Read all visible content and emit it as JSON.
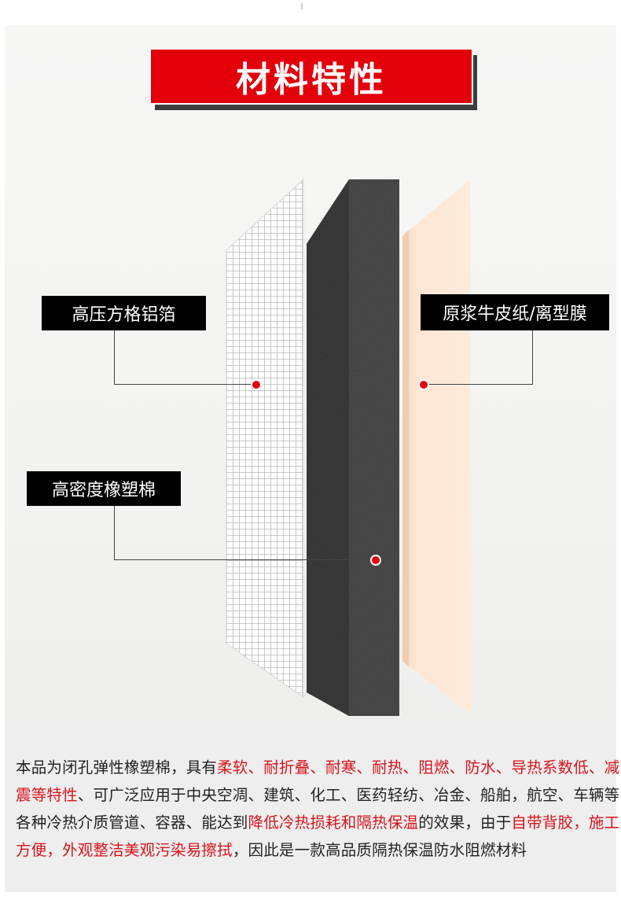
{
  "title": "材料特性",
  "labels": {
    "foil": "高压方格铝箔",
    "paper": "原浆牛皮纸/离型膜",
    "foam": "高密度橡塑棉"
  },
  "colors": {
    "accent": "#e3000b",
    "highlight_text": "#d8131b",
    "label_bg": "#000000",
    "foam": "#3a3a3a",
    "paper": "#fde6d3"
  },
  "description": [
    {
      "text": "本品为闭孔弹性橡塑棉，具有",
      "hl": false
    },
    {
      "text": "柔软、耐折叠、耐寒、耐热、阻燃、防水、导热系数低、减震等特性",
      "hl": true
    },
    {
      "text": "、可广泛应用于中央空凋、建筑、化工、医药轻纺、冶金、船舶，航空、车辆等各种冷热介质管道、容器、能达到",
      "hl": false
    },
    {
      "text": "降低冷热损耗和隔热保温",
      "hl": true
    },
    {
      "text": "的效果，由于",
      "hl": false
    },
    {
      "text": "自带背胶，施工方便，外观整洁美观污染易擦拭",
      "hl": true
    },
    {
      "text": "，因此是一款高品质隔热保温防水阻燃材料",
      "hl": false
    }
  ]
}
